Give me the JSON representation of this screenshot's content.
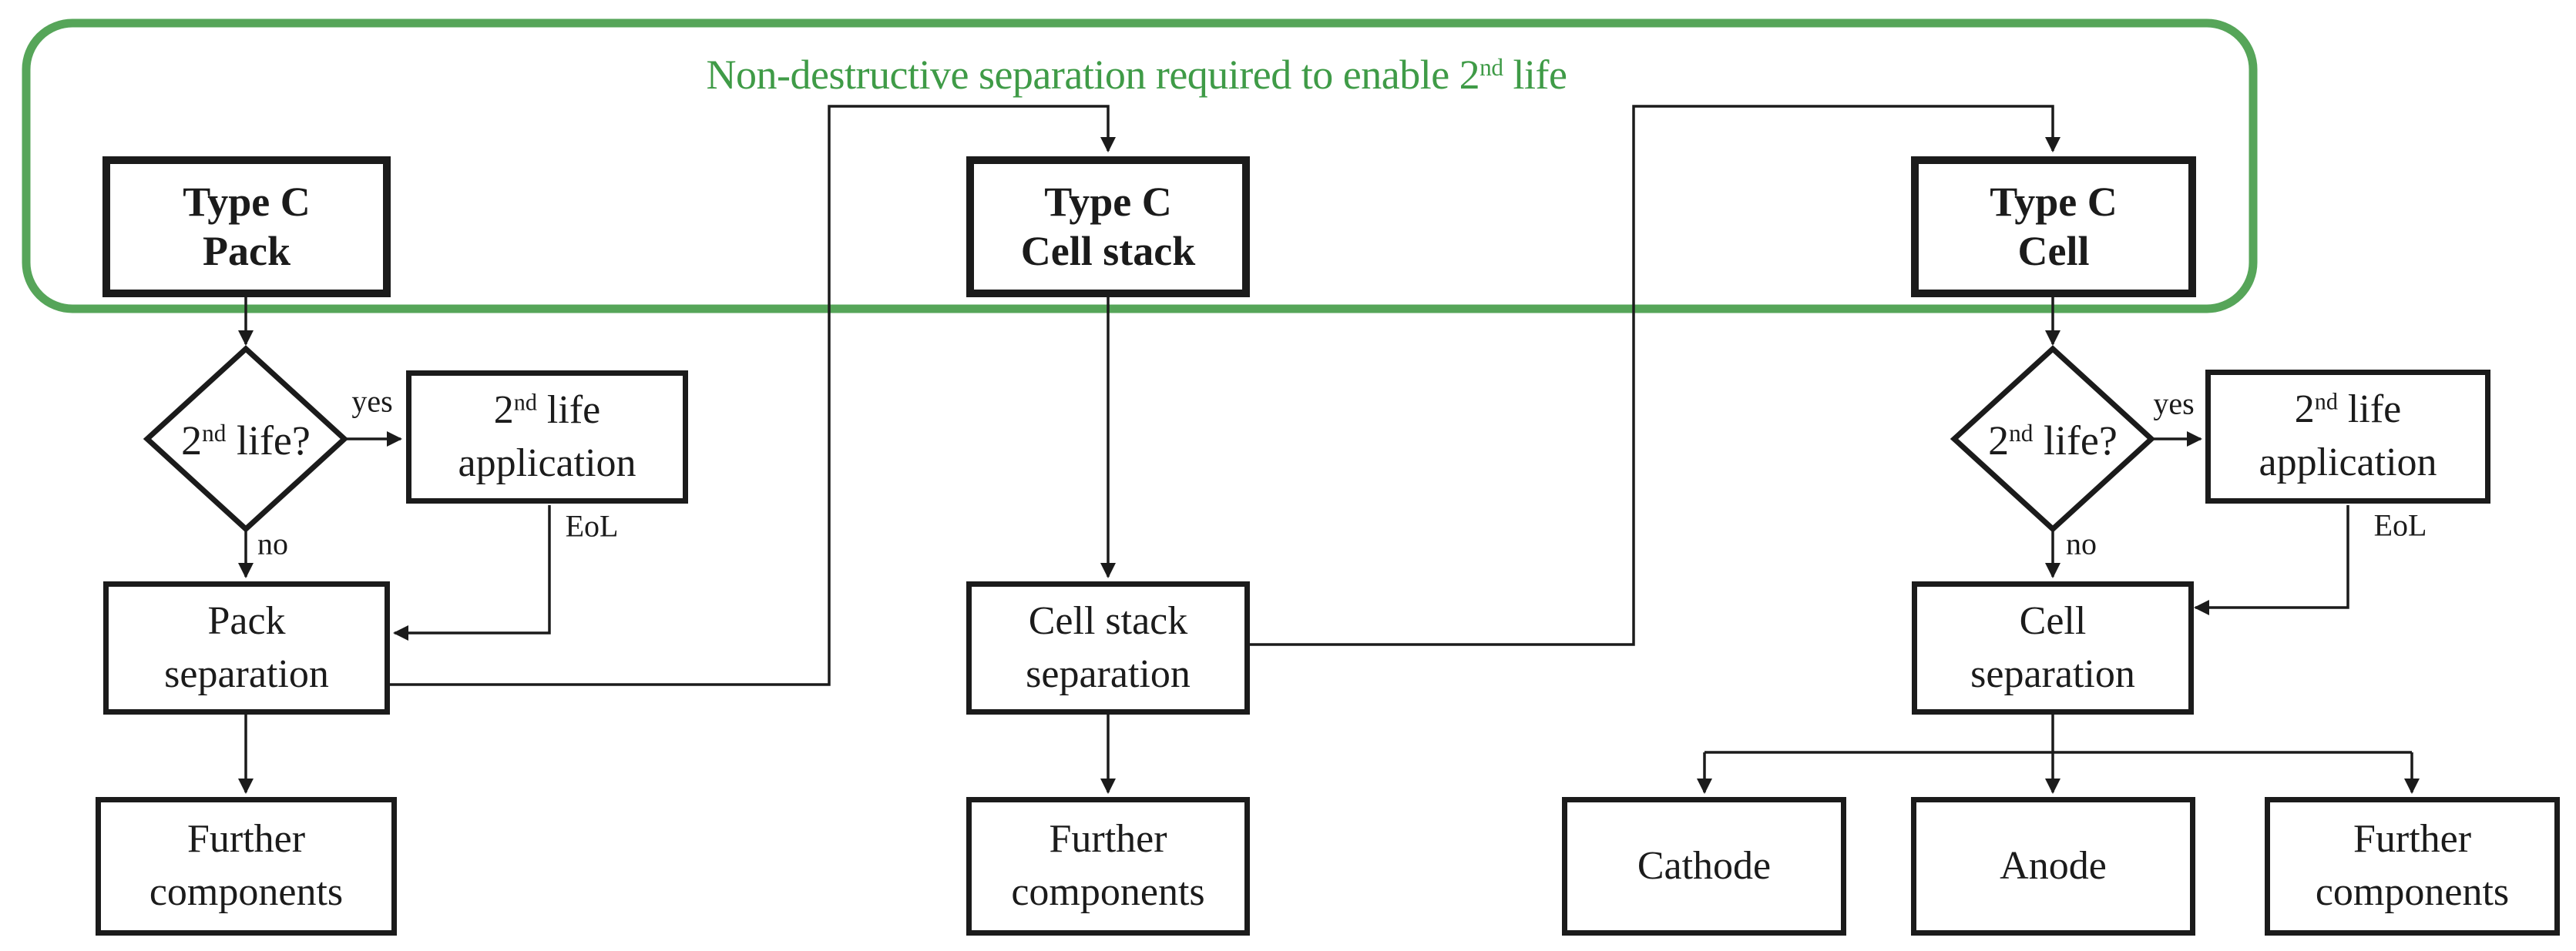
{
  "figure": {
    "colors": {
      "banner_border_green": "#56a559",
      "banner_title_green": "#3f9b47",
      "line_black": "#1b1b1b"
    },
    "banner": {
      "title_pre": "Non-destructive separation required to enable 2",
      "title_sup": "nd",
      "title_post": " life"
    },
    "pack_column": {
      "source": {
        "line1": "Type C",
        "line2": "Pack"
      },
      "decision": {
        "pre": "2",
        "sup": "nd",
        "post": " life?"
      },
      "yes": "yes",
      "no": "no",
      "eol": "EoL",
      "application": {
        "line1_pre": "2",
        "line1_sup": "nd",
        "line1_post": " life",
        "line2": "application"
      },
      "separation": {
        "line1": "Pack",
        "line2": "separation"
      },
      "further": {
        "line1": "Further",
        "line2": "components"
      }
    },
    "cellstack_column": {
      "source": {
        "line1": "Type C",
        "line2": "Cell stack"
      },
      "separation": {
        "line1": "Cell stack",
        "line2": "separation"
      },
      "further": {
        "line1": "Further",
        "line2": "components"
      }
    },
    "cell_column": {
      "source": {
        "line1": "Type C",
        "line2": "Cell"
      },
      "decision": {
        "pre": "2",
        "sup": "nd",
        "post": " life?"
      },
      "yes": "yes",
      "no": "no",
      "eol": "EoL",
      "application": {
        "line1_pre": "2",
        "line1_sup": "nd",
        "line1_post": " life",
        "line2": "application"
      },
      "separation": {
        "line1": "Cell",
        "line2": "separation"
      },
      "cathode": "Cathode",
      "anode": "Anode",
      "further": {
        "line1": "Further",
        "line2": "components"
      }
    }
  }
}
